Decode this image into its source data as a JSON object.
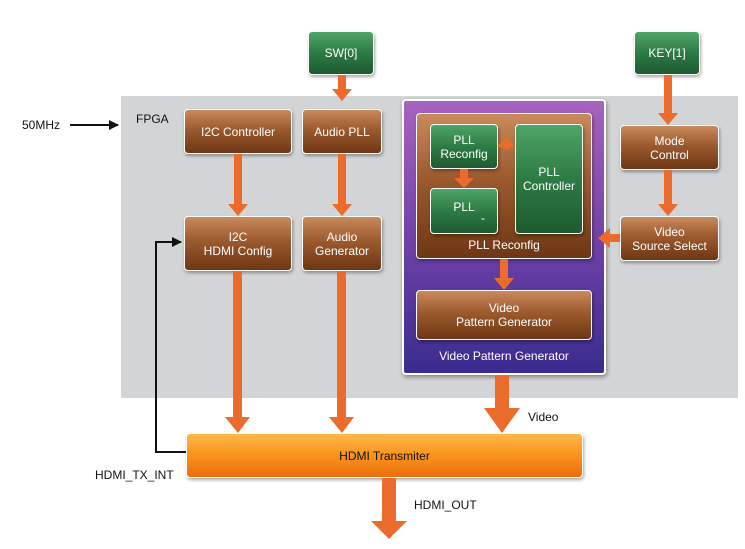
{
  "inputs": {
    "clock": "50MHz",
    "sw": "SW[0]",
    "key": "KEY[1]"
  },
  "fpga_label": "FPGA",
  "blocks": {
    "i2c_controller": "I2C Controller",
    "audio_pll": "Audio PLL",
    "i2c_hdmi_config_line1": "I2C",
    "i2c_hdmi_config_line2": "HDMI Config",
    "audio_generator_line1": "Audio",
    "audio_generator_line2": "Generator",
    "pll_reconfig_block_line1": "PLL",
    "pll_reconfig_block_line2": "Reconfig",
    "pll": "PLL",
    "pll_dash": "-",
    "pll_controller_line1": "PLL",
    "pll_controller_line2": "Controller",
    "pll_reconfig_group": "PLL Reconfig",
    "video_pattern_gen_line1": "Video",
    "video_pattern_gen_line2": "Pattern Generator",
    "video_pattern_group": "Video Pattern Generator",
    "mode_control_line1": "Mode",
    "mode_control_line2": "Control",
    "video_source_line1": "Video",
    "video_source_line2": "Source Select",
    "hdmi_transmitter": "HDMI Transmiter"
  },
  "signals": {
    "video": "Video",
    "hdmi_out": "HDMI_OUT",
    "hdmi_tx_int": "HDMI_TX_INT"
  },
  "colors": {
    "arrow": "#ea6b2c",
    "fpga_bg": "#d3d4d6"
  }
}
